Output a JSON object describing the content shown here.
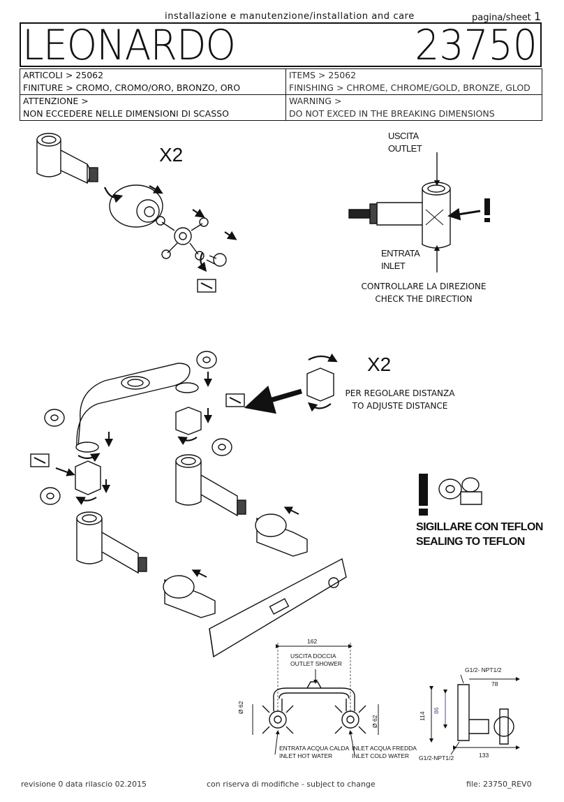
{
  "header": {
    "installation_it": "installazione e manutenzione",
    "installation_en": "/installation and care",
    "sheet_label_it": "pagina",
    "sheet_label_en": "/sheet",
    "sheet_number": "1"
  },
  "title": {
    "product_name": "LEONARDO",
    "product_code": "23750"
  },
  "info": {
    "articoli": "ARTICOLI > 25062",
    "finiture": "FINITURE > CROMO, CROMO/ORO, BRONZO, ORO",
    "items": "ITEMS > 25062",
    "finishing": "FINISHING > CHROME, CHROME/GOLD, BRONZE, GLOD",
    "attenzione": "ATTENZIONE >",
    "attenzione_text": "NON ECCEDERE NELLE DIMENSIONI DI SCASSO",
    "warning": "WARNING >",
    "warning_text": "DO NOT EXCED IN THE BREAKING DIMENSIONS"
  },
  "step1": {
    "multiplier": "X2"
  },
  "direction": {
    "outlet_it": "USCITA",
    "outlet_en": "OUTLET",
    "inlet_it": "ENTRATA",
    "inlet_en": "INLET",
    "check_it": "CONTROLLARE LA DIREZIONE",
    "check_en": "CHECK THE DIRECTION",
    "exclamation": "!"
  },
  "step2": {
    "multiplier": "X2",
    "adjust_it": "PER REGOLARE DISTANZA",
    "adjust_en": "TO ADJUSTE DISTANCE"
  },
  "teflon": {
    "exclamation": "!",
    "line_it": "SIGILLARE CON TEFLON",
    "line_en": "SEALING TO TEFLON"
  },
  "dimensions": {
    "width_162": "162",
    "shower_it": "USCITA DOCCIA",
    "shower_en": "OUTLET SHOWER",
    "dia_left": "Ø 62",
    "dia_right": "Ø 62",
    "hot_it": "ENTRATA ACQUA CALDA",
    "hot_en": "INLET HOT WATER",
    "cold_it": "INLET ACQUA FREDDA",
    "cold_en": "INLET COLD WATER",
    "thread_top": "G1/2- NPT1/2",
    "dim_78": "78",
    "dim_114": "114",
    "dim_86": "86",
    "thread_bottom": "G1/2-NPT1/2",
    "dim_133": "133"
  },
  "footer": {
    "revision": "revisione 0 data rilascio 02.2015",
    "reserve": "con riserva di modifiche - subject to change",
    "file": "file: 23750_REV0"
  }
}
